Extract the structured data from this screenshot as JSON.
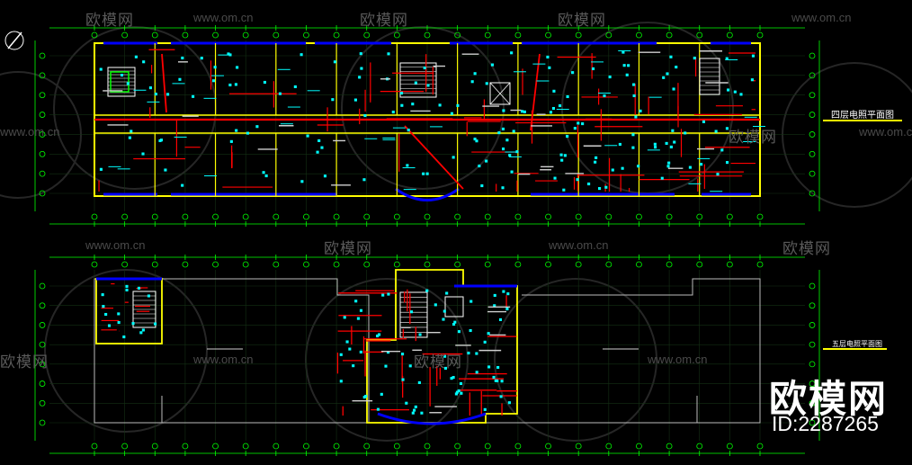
{
  "drawing": {
    "upper_plan_title": "四层电照平面图",
    "lower_plan_title": "五层电照平面图"
  },
  "watermark": {
    "brand_text": "欧模网",
    "site_text": "www.om.cn"
  },
  "badge": {
    "brand": "欧模网",
    "id_label": "ID:2287265"
  },
  "colors": {
    "background": "#000000",
    "wall": "#ffff00",
    "window": "#0000ff",
    "wiring": "#ff0000",
    "fixture": "#00ffff",
    "grid": "#00ff00",
    "annotation": "#ffffff"
  }
}
